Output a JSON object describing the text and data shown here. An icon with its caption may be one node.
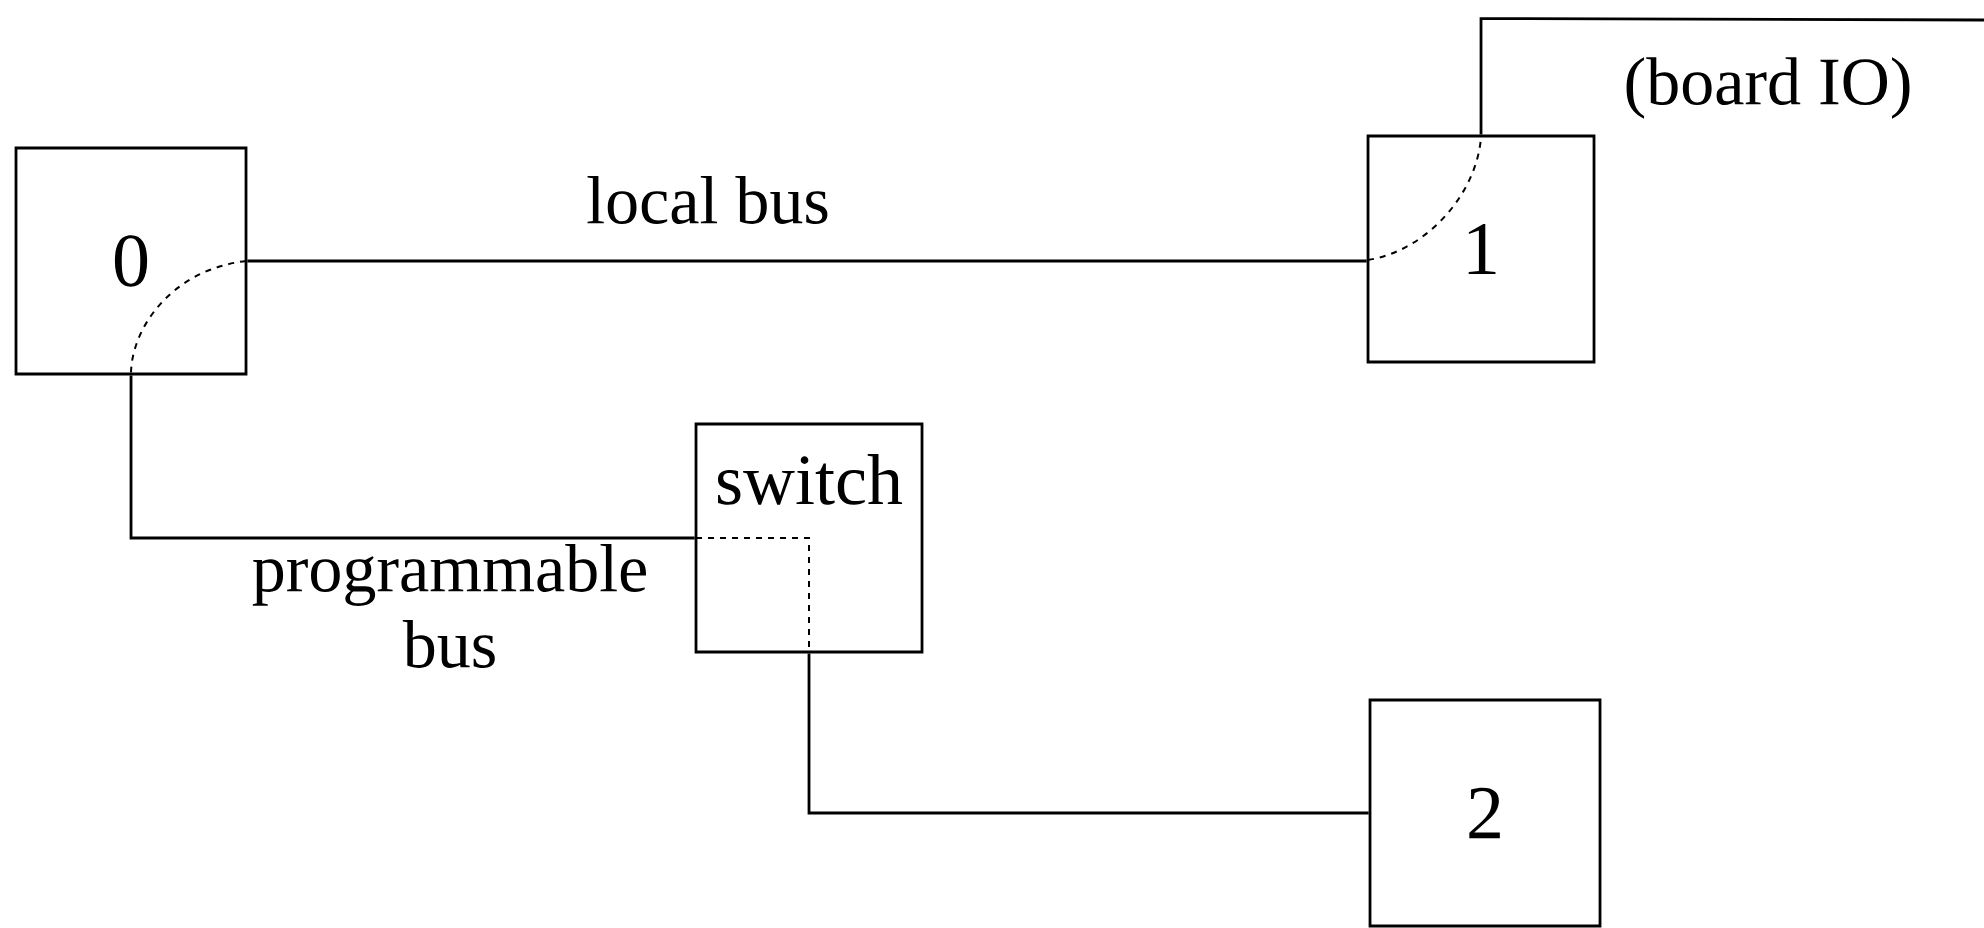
{
  "diagram": {
    "nodes": [
      {
        "text": [
          "0"
        ]
      },
      {
        "text": [
          "1"
        ]
      },
      {
        "text": [
          "switch"
        ]
      },
      {
        "text": [
          "2"
        ]
      }
    ],
    "edges": [
      {
        "from": 0,
        "to": 1,
        "arrow": "none",
        "label": "local bus"
      },
      {
        "from": 0,
        "to": 2,
        "arrow": "none",
        "label": "programmable bus"
      },
      {
        "from": 2,
        "to": 3,
        "arrow": "none"
      },
      {
        "from": 1,
        "to": null,
        "arrow": "none",
        "label": "(board IO)"
      }
    ]
  }
}
